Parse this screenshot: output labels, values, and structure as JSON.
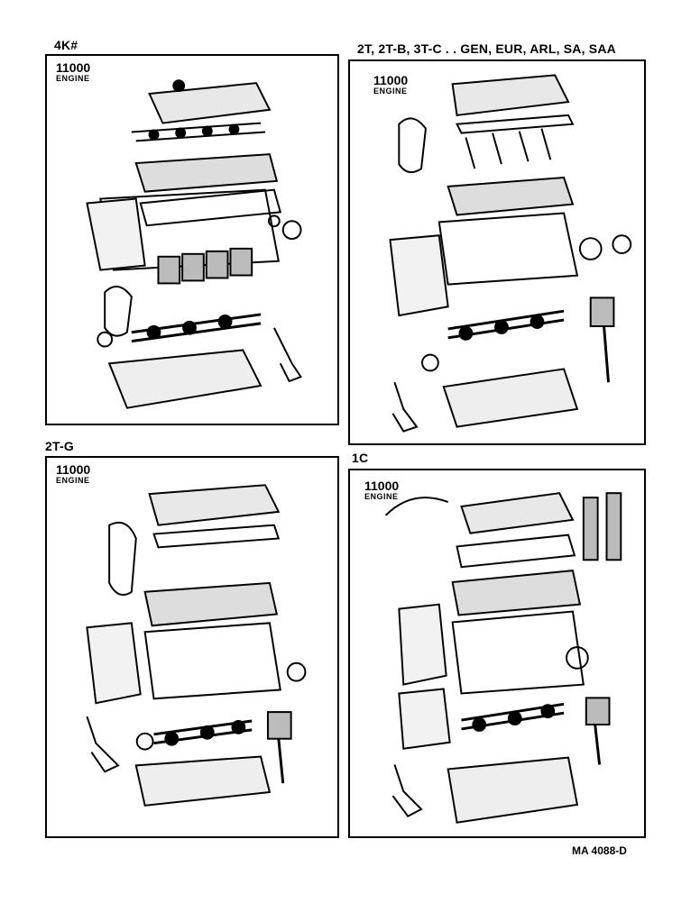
{
  "panels": [
    {
      "header": "4K#",
      "part_number": "11000",
      "label": "ENGINE"
    },
    {
      "header": "2T, 2T-B, 3T-C . . GEN, EUR, ARL, SA, SAA",
      "part_number": "11000",
      "label": "ENGINE"
    },
    {
      "header": "2T-G",
      "part_number": "11000",
      "label": "ENGINE"
    },
    {
      "header": "1C",
      "part_number": "11000",
      "label": "ENGINE"
    }
  ],
  "footer": {
    "code": "MA 4088-D"
  }
}
